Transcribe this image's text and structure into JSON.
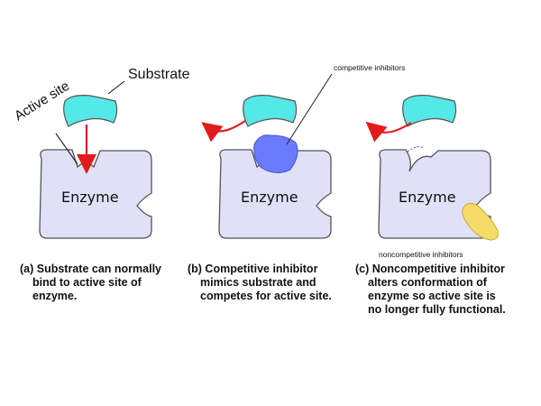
{
  "labels": {
    "active_site": "Active site",
    "substrate": "Substrate",
    "competitive_inhibitors": "competitive inhibitors",
    "noncompetitive_inhibitors": "noncompetitive inhibitors",
    "enzyme": "Enzyme"
  },
  "captions": {
    "a": [
      "(a) Substrate can normally",
      "bind to active site of",
      "enzyme."
    ],
    "b": [
      "(b) Competitive inhibitor",
      "mimics substrate and",
      "competes for active site."
    ],
    "c": [
      "(c) Noncompetitive inhibitor",
      "alters conformation of",
      "enzyme so active site is",
      "no longer fully functional."
    ]
  },
  "colors": {
    "enzyme_fill": "#e0e0f8",
    "substrate_fill": "#55e8e8",
    "competitive_fill": "#6a7bff",
    "noncompetitive_fill": "#f5dc6a",
    "arrow": "#e21b1b",
    "outline": "#555555"
  }
}
